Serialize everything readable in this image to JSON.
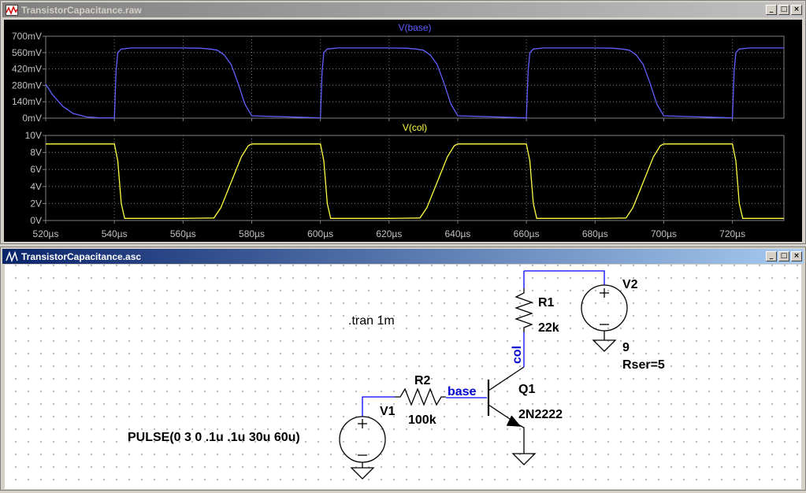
{
  "waveform_window": {
    "title": "TransistorCapacitance.raw",
    "buttons": {
      "minimize": "_",
      "maximize": "□",
      "close": "×"
    }
  },
  "schematic_window": {
    "title": "TransistorCapacitance.asc",
    "buttons": {
      "minimize": "_",
      "maximize": "□",
      "close": "×"
    }
  },
  "colors": {
    "vbase": "#6060ff",
    "vcol": "#ffff40",
    "grid": "#808080",
    "label": "#c0c0c0",
    "wire": "#0000ff",
    "netlabel": "#0000d0"
  },
  "chart_data": [
    {
      "type": "line",
      "title": "V(base)",
      "series": [
        {
          "name": "V(base)"
        }
      ],
      "yticks": [
        "700mV",
        "560mV",
        "420mV",
        "280mV",
        "140mV",
        "0mV"
      ],
      "ylim": [
        0,
        700
      ],
      "xlim": [
        520,
        735
      ],
      "x": [
        520,
        522,
        525,
        528,
        532,
        536,
        540,
        540.5,
        541,
        542,
        545,
        560,
        565,
        568,
        570,
        572,
        574,
        576,
        578,
        580,
        600,
        600.5,
        601,
        602,
        605,
        620,
        625,
        628,
        630,
        632,
        634,
        636,
        638,
        640,
        660,
        660.5,
        661,
        662,
        665,
        680,
        685,
        688,
        690,
        692,
        694,
        696,
        698,
        700,
        720,
        720.5,
        721,
        722,
        725,
        735
      ],
      "values": [
        290,
        200,
        100,
        40,
        10,
        3,
        2,
        400,
        560,
        590,
        600,
        600,
        598,
        590,
        580,
        540,
        460,
        300,
        120,
        20,
        2,
        400,
        560,
        590,
        600,
        600,
        598,
        590,
        580,
        540,
        460,
        300,
        120,
        20,
        2,
        400,
        560,
        590,
        600,
        600,
        598,
        590,
        580,
        540,
        460,
        300,
        120,
        20,
        2,
        400,
        560,
        590,
        600,
        600
      ]
    },
    {
      "type": "line",
      "title": "V(col)",
      "series": [
        {
          "name": "V(col)"
        }
      ],
      "yticks": [
        "10V",
        "8V",
        "6V",
        "4V",
        "2V",
        "0V"
      ],
      "ylim": [
        0,
        10
      ],
      "xlim": [
        520,
        735
      ],
      "xticks": [
        "520µs",
        "540µs",
        "560µs",
        "580µs",
        "600µs",
        "620µs",
        "640µs",
        "660µs",
        "680µs",
        "700µs",
        "720µs"
      ],
      "xtick_values": [
        520,
        540,
        560,
        580,
        600,
        620,
        640,
        660,
        680,
        700,
        720
      ],
      "x": [
        520,
        540,
        541,
        542,
        543,
        560,
        569,
        571,
        573,
        575,
        577,
        579,
        580,
        600,
        601,
        602,
        603,
        620,
        629,
        631,
        633,
        635,
        637,
        639,
        640,
        660,
        661,
        662,
        663,
        680,
        689,
        691,
        693,
        695,
        697,
        699,
        700,
        720,
        721,
        722,
        723,
        735
      ],
      "values": [
        9,
        9,
        7,
        2,
        0.25,
        0.25,
        0.3,
        1.5,
        3.5,
        5.5,
        7.5,
        8.8,
        9,
        9,
        7,
        2,
        0.25,
        0.25,
        0.3,
        1.5,
        3.5,
        5.5,
        7.5,
        8.8,
        9,
        9,
        7,
        2,
        0.25,
        0.25,
        0.3,
        1.5,
        3.5,
        5.5,
        7.5,
        8.8,
        9,
        9,
        7,
        2,
        0.25,
        0.25
      ]
    }
  ],
  "schematic": {
    "directive": ".tran 1m",
    "r1": {
      "name": "R1",
      "value": "22k"
    },
    "r2": {
      "name": "R2",
      "value": "100k"
    },
    "v1": {
      "name": "V1",
      "value": "PULSE(0 3 0 .1u .1u 30u 60u)"
    },
    "v2": {
      "name": "V2",
      "value": "9",
      "rser": "Rser=5"
    },
    "q1": {
      "name": "Q1",
      "model": "2N2222"
    },
    "net_base": "base",
    "net_col": "col"
  }
}
